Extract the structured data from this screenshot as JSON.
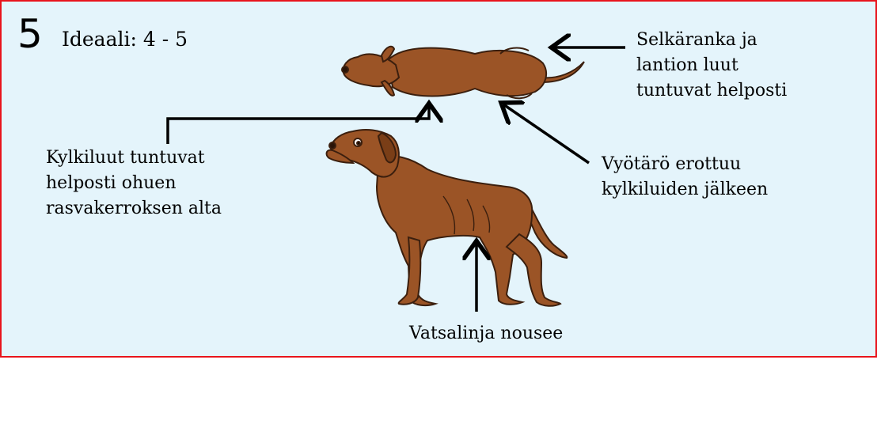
{
  "score": "5",
  "ideal": "Ideaali: 4 - 5",
  "labels": {
    "spine": [
      "Selkäranka ja",
      "lantion luut",
      "tuntuvat helposti"
    ],
    "ribs": [
      "Kylkiluut tuntuvat",
      "helposti ohuen",
      "rasvakerroksen alta"
    ],
    "waist": [
      "Vyötärö erottuu",
      "kylkiluiden jälkeen"
    ],
    "belly": "Vatsalinja nousee"
  },
  "colors": {
    "background": "#e4f4fb",
    "border": "#e8141c",
    "dog_body": "#9b5426",
    "dog_outline": "#3b1f0e"
  }
}
